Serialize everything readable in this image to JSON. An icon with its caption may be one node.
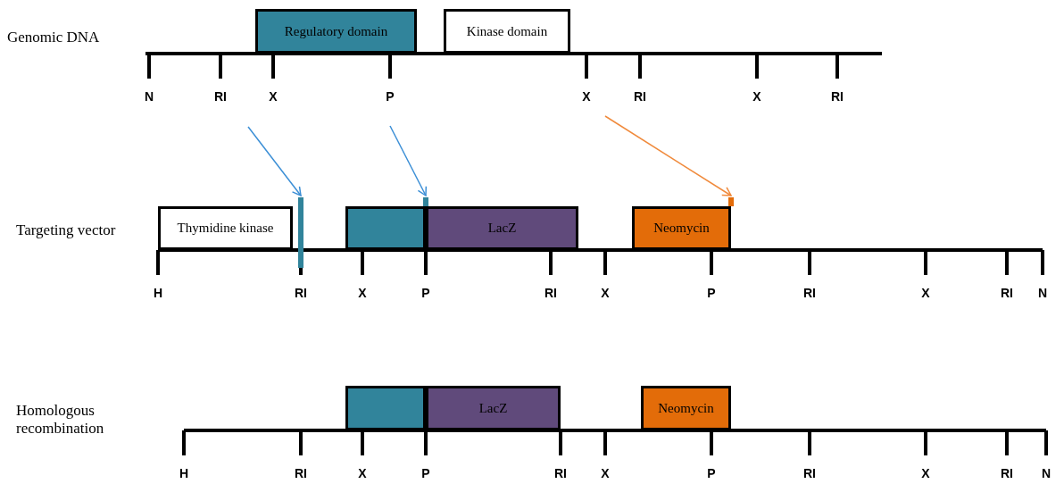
{
  "diagram": {
    "nodes": [
      {
        "text": [
          "Regulatory domain"
        ]
      },
      {
        "text": [
          "Kinase domain"
        ]
      },
      {
        "text": [
          "Thymidine kinase"
        ]
      },
      {
        "text": [],
        "shape": "box"
      },
      {
        "text": [
          "LacZ"
        ]
      },
      {
        "text": [
          "Neomycin"
        ]
      },
      {
        "text": [],
        "shape": "bar"
      },
      {
        "text": [],
        "shape": "bar"
      },
      {
        "text": [],
        "shape": "bar"
      },
      {
        "text": [],
        "shape": "box"
      },
      {
        "text": [
          "LacZ"
        ]
      },
      {
        "text": [
          "Neomycin"
        ]
      }
    ],
    "edges": [
      {
        "from": null,
        "to": 6,
        "arrow": "to"
      },
      {
        "from": null,
        "to": 7,
        "arrow": "to"
      },
      {
        "from": null,
        "to": 8,
        "arrow": "to",
        "color": "#f08a3c"
      }
    ],
    "labels": [
      "Genomic DNA",
      "N",
      "RI",
      "X",
      "P",
      "X",
      "RI",
      "X",
      "RI",
      "Targeting vector",
      "H",
      "RI",
      "X",
      "P",
      "RI",
      "X",
      "P",
      "RI",
      "X",
      "RI",
      "N",
      "Homologous recombination",
      "H",
      "RI",
      "X",
      "P",
      "RI",
      "X",
      "P",
      "RI",
      "X",
      "RI",
      "N"
    ]
  }
}
